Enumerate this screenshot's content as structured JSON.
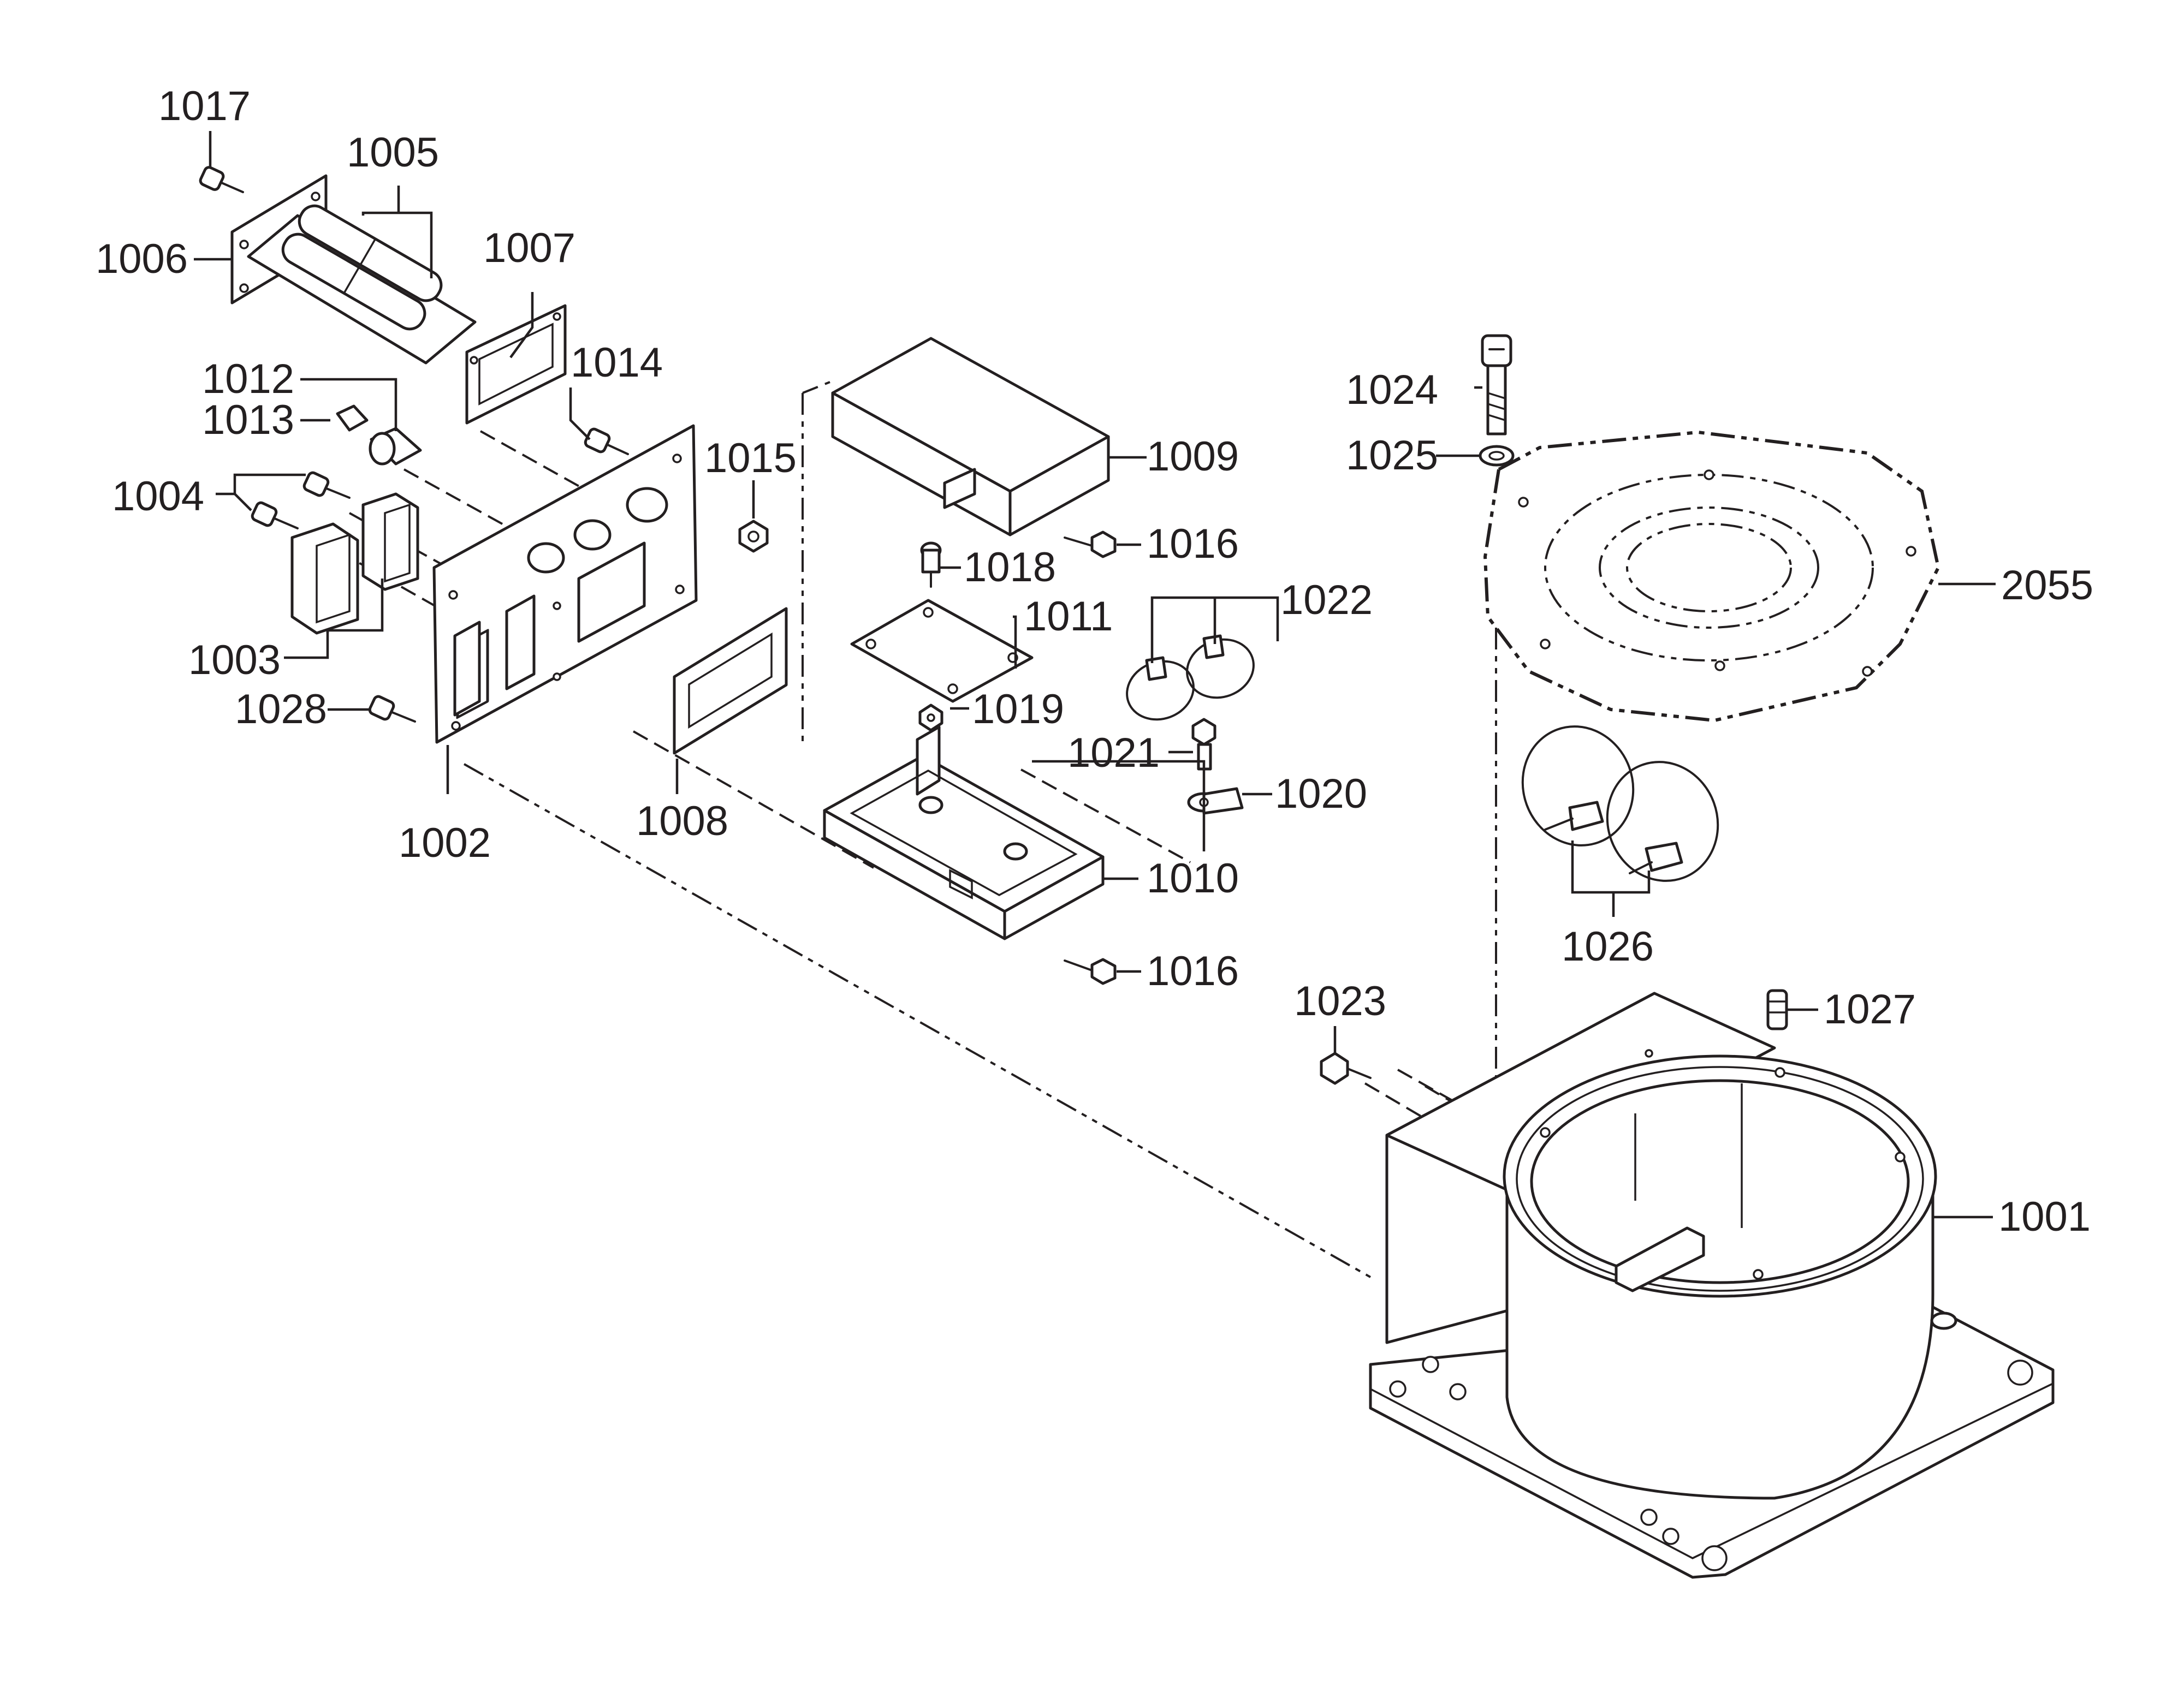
{
  "callouts": {
    "p1001": "1001",
    "p1002": "1002",
    "p1003": "1003",
    "p1004": "1004",
    "p1005": "1005",
    "p1006": "1006",
    "p1007": "1007",
    "p1008": "1008",
    "p1009": "1009",
    "p1010": "1010",
    "p1011": "1011",
    "p1012": "1012",
    "p1013": "1013",
    "p1014": "1014",
    "p1015": "1015",
    "p1016a": "1016",
    "p1016b": "1016",
    "p1017": "1017",
    "p1018": "1018",
    "p1019": "1019",
    "p1020": "1020",
    "p1021": "1021",
    "p1022": "1022",
    "p1023": "1023",
    "p1024": "1024",
    "p1025": "1025",
    "p1026": "1026",
    "p1027": "1027",
    "p1028": "1028",
    "p2055": "2055"
  }
}
